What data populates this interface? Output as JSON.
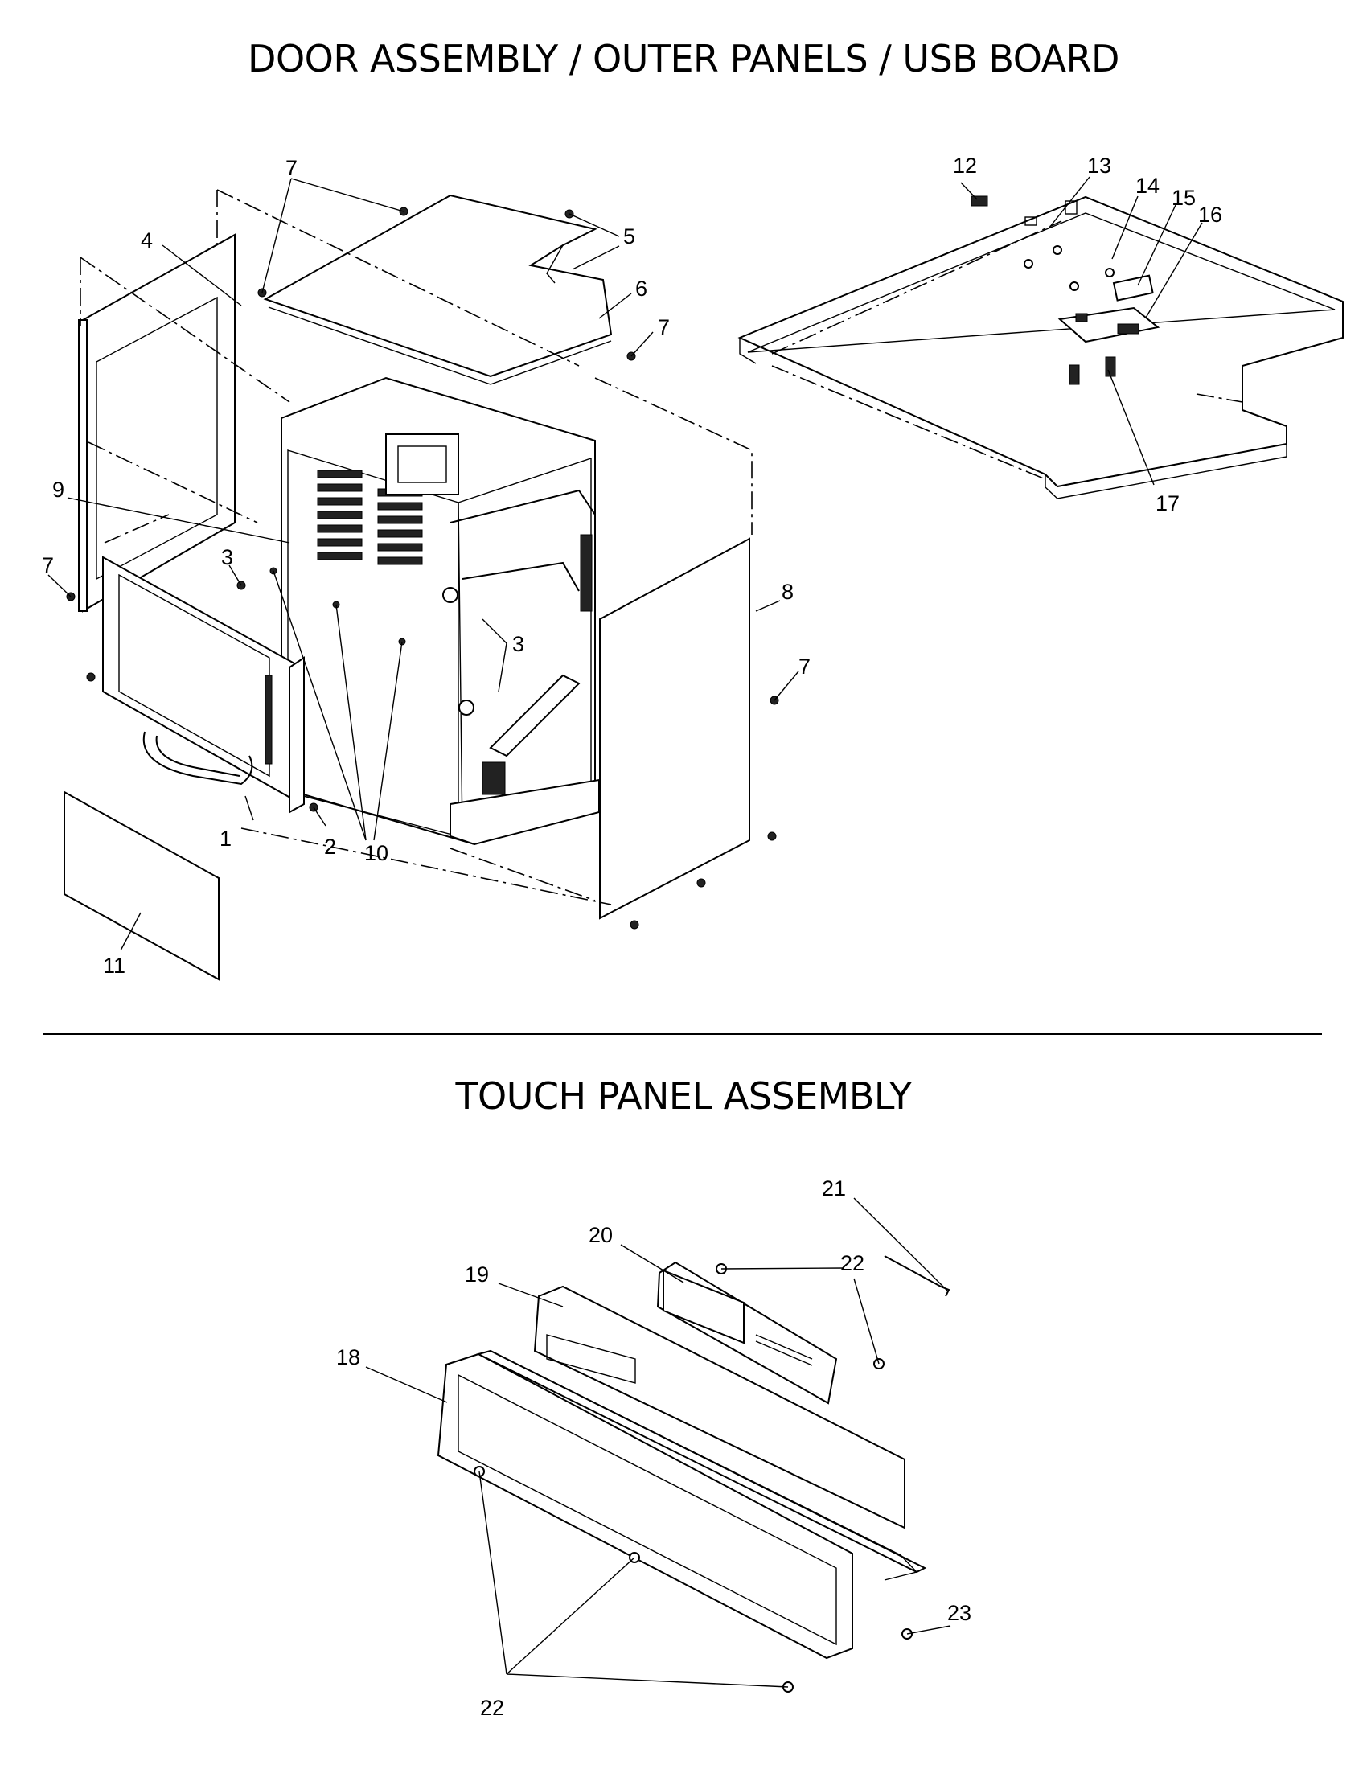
{
  "titles": {
    "top": "DOOR ASSEMBLY / OUTER PANELS / USB BOARD",
    "bottom": "TOUCH PANEL ASSEMBLY"
  },
  "callouts": {
    "c1": "1",
    "c2": "2",
    "c3a": "3",
    "c3b": "3",
    "c4": "4",
    "c5": "5",
    "c6": "6",
    "c7a": "7",
    "c7b": "7",
    "c7c": "7",
    "c7d": "7",
    "c8": "8",
    "c9": "9",
    "c10": "10",
    "c11": "11",
    "c12": "12",
    "c13": "13",
    "c14": "14",
    "c15": "15",
    "c16": "16",
    "c17": "17",
    "c18": "18",
    "c19": "19",
    "c20": "20",
    "c21": "21",
    "c22a": "22",
    "c22b": "22",
    "c23": "23"
  }
}
